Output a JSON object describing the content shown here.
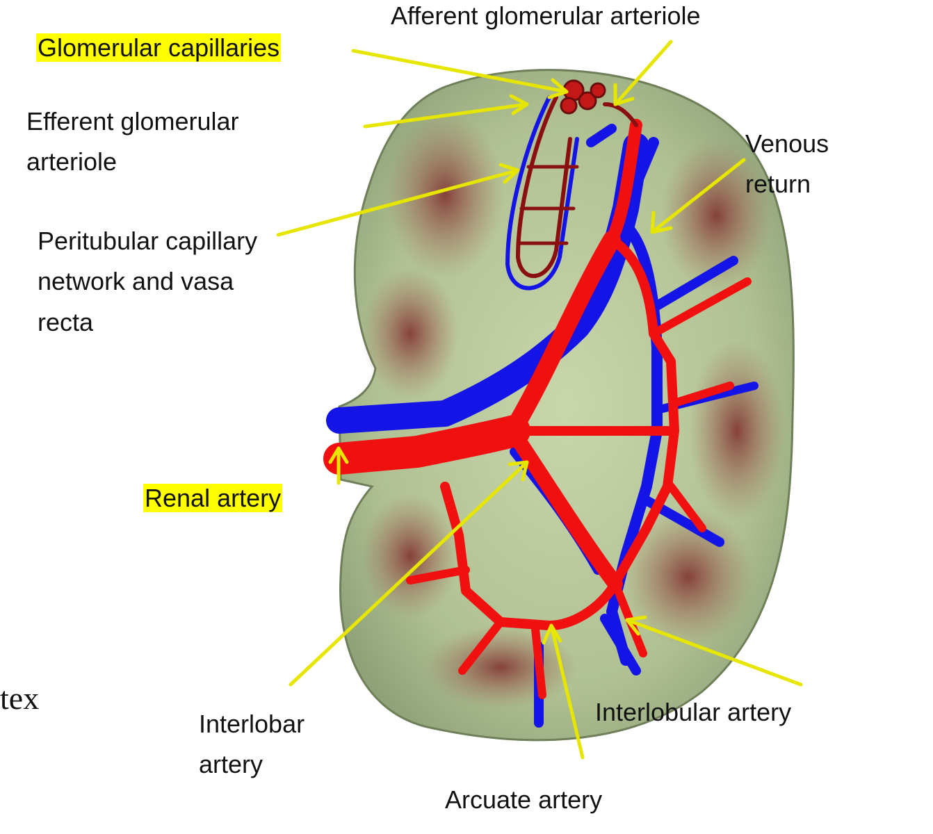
{
  "labels": {
    "afferent": "Afferent glomerular arteriole",
    "glomerular": "Glomerular capillaries",
    "efferent": "Efferent glomerular\narteriole",
    "venous": "Venous\nreturn",
    "peritubular": "Peritubular capillary\nnetwork and vasa\nrecta",
    "renal": "Renal artery",
    "interlobar": "Interlobar\nartery",
    "interlobular": "Interlobular artery",
    "arcuate": "Arcuate artery",
    "partial": "tex"
  },
  "colors": {
    "artery": "#f01010",
    "vein": "#1414e6",
    "pointer": "#e6e600",
    "highlight": "#ffff00",
    "kidney": "#b8c79a",
    "medulla": "#8c3a3a"
  }
}
